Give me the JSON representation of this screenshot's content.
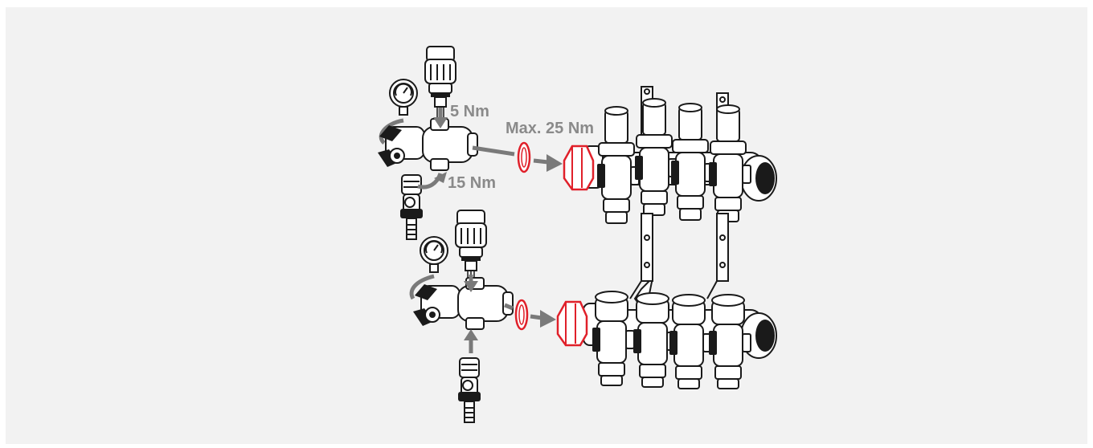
{
  "labels": {
    "torque_small": "5 Nm",
    "torque_max": "Max. 25 Nm",
    "torque_mid": "15 Nm"
  },
  "colors": {
    "background": "#f2f2f2",
    "arrow": "#7a7a7a",
    "label": "#8a8a8a",
    "highlight": "#e0202a",
    "line": "#1a1a1a"
  }
}
